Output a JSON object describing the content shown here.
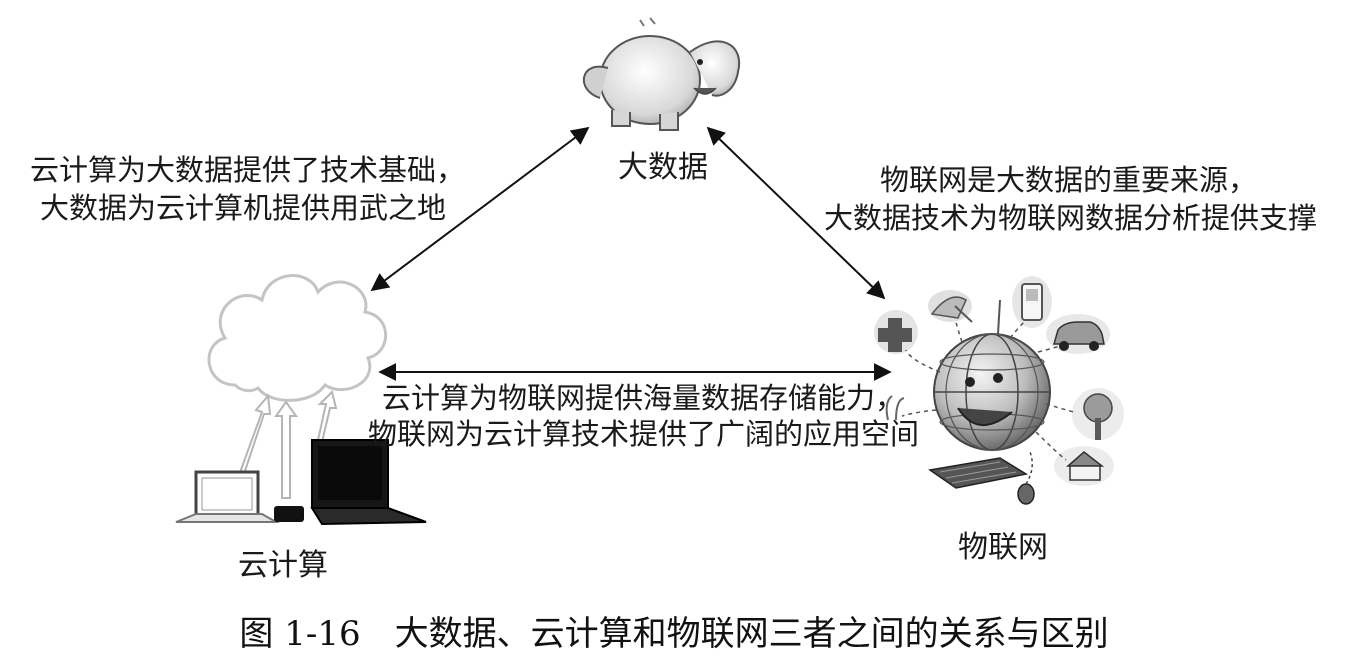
{
  "nodes": {
    "big_data": {
      "label": "大数据"
    },
    "cloud": {
      "label": "云计算"
    },
    "iot": {
      "label": "物联网"
    }
  },
  "relations": {
    "cloud_bigdata": {
      "line1": "云计算为大数据提供了技术基础，",
      "line2": "大数据为云计算机提供用武之地"
    },
    "iot_bigdata": {
      "line1": "物联网是大数据的重要来源，",
      "line2": "大数据技术为物联网数据分析提供支撑"
    },
    "cloud_iot": {
      "line1": "云计算为物联网提供海量数据存储能力，",
      "line2": "物联网为云计算技术提供了广阔的应用空间"
    }
  },
  "caption": "图 1-16　大数据、云计算和物联网三者之间的关系与区别",
  "icons": [
    "elephant-icon",
    "cloud-icon",
    "laptop-icon",
    "netbook-icon",
    "device-icon",
    "globe-icon",
    "medical-cross-icon",
    "satellite-dish-icon",
    "phone-icon",
    "car-icon",
    "tree-icon",
    "house-icon",
    "keyboard-icon",
    "mouse-icon",
    "plant-icon"
  ]
}
